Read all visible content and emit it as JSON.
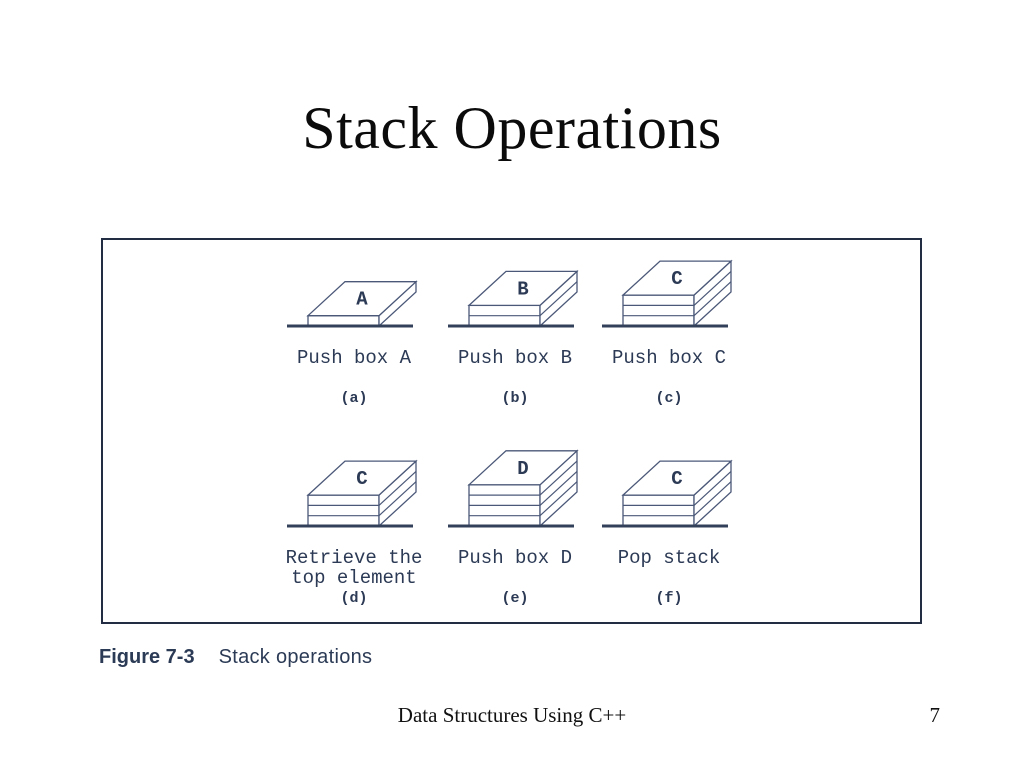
{
  "slide": {
    "title": "Stack Operations",
    "footer": {
      "center": "Data Structures Using C++",
      "page": "7"
    }
  },
  "figure": {
    "caption_label": "Figure 7-3",
    "caption_text": "Stack operations",
    "colors": {
      "ink": "#2c3a55",
      "line": "#4b5878",
      "baseline": "#33405a",
      "border": "#222d44"
    },
    "panels": [
      {
        "tag": "(a)",
        "caption_lines": [
          "Push box A"
        ],
        "box_label": "A",
        "layers": 1,
        "row": 0,
        "col": 0
      },
      {
        "tag": "(b)",
        "caption_lines": [
          "Push box B"
        ],
        "box_label": "B",
        "layers": 2,
        "row": 0,
        "col": 1
      },
      {
        "tag": "(c)",
        "caption_lines": [
          "Push box C"
        ],
        "box_label": "C",
        "layers": 3,
        "row": 0,
        "col": 2
      },
      {
        "tag": "(d)",
        "caption_lines": [
          "Retrieve the",
          "top element"
        ],
        "box_label": "C",
        "layers": 3,
        "row": 1,
        "col": 0
      },
      {
        "tag": "(e)",
        "caption_lines": [
          "Push box D"
        ],
        "box_label": "D",
        "layers": 4,
        "row": 1,
        "col": 1
      },
      {
        "tag": "(f)",
        "caption_lines": [
          "Pop stack"
        ],
        "box_label": "C",
        "layers": 3,
        "row": 1,
        "col": 2
      }
    ]
  }
}
